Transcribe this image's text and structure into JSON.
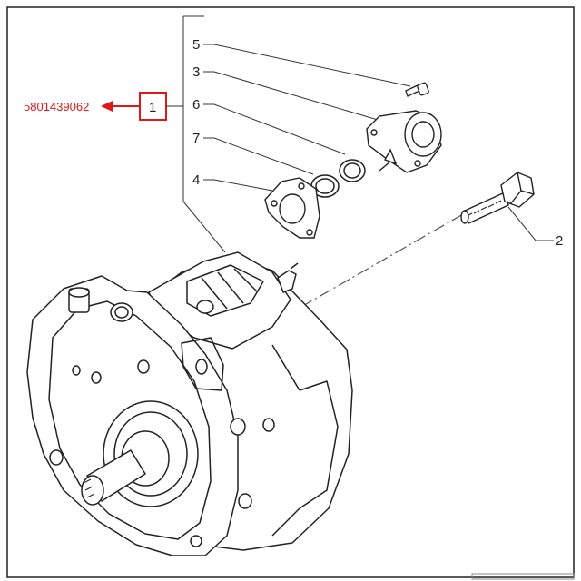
{
  "diagram": {
    "part_number": "5801439062",
    "main_callout": "1",
    "callouts": {
      "c5": "5",
      "c3": "3",
      "c6": "6",
      "c7": "7",
      "c4": "4",
      "c2": "2"
    }
  },
  "colors": {
    "highlight": "#e01818",
    "line": "#333333",
    "frame": "#222222"
  }
}
